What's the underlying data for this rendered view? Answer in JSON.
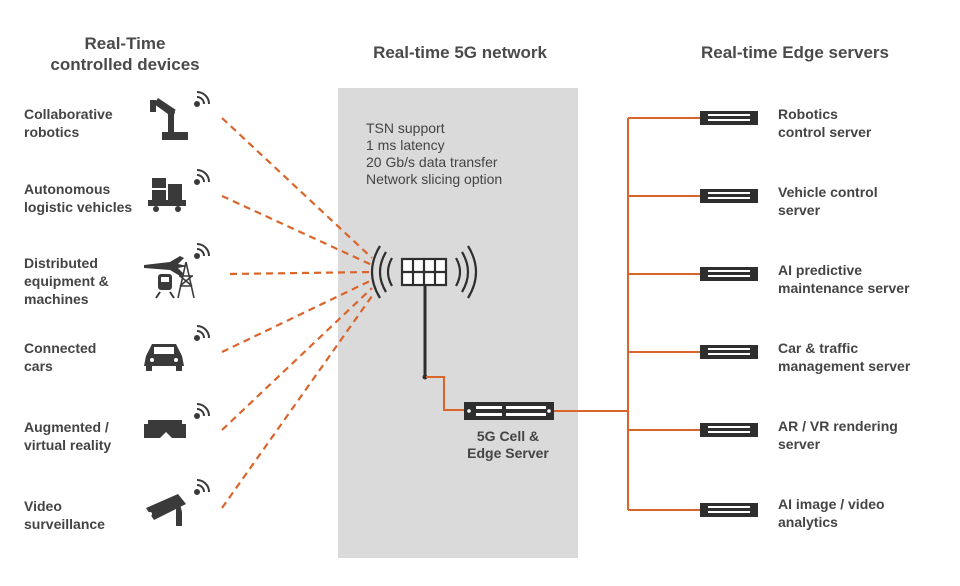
{
  "titles": {
    "devices": "Real-Time\ncontrolled devices",
    "network": "Real-time 5G network",
    "servers": "Real-time Edge servers"
  },
  "network": {
    "features": [
      "TSN support",
      "1 ms latency",
      "20 Gb/s data transfer",
      "Network slicing option"
    ],
    "edge_label": "5G Cell &\nEdge Server"
  },
  "devices": [
    {
      "label": "Collaborative\nrobotics",
      "icon": "robot-arm-icon"
    },
    {
      "label": "Autonomous\nlogistic vehicles",
      "icon": "logistics-vehicle-icon"
    },
    {
      "label": "Distributed\nequipment &\nmachines",
      "icon": "plane-train-tower-icon"
    },
    {
      "label": "Connected\ncars",
      "icon": "car-icon"
    },
    {
      "label": "Augmented /\nvirtual reality",
      "icon": "vr-headset-icon"
    },
    {
      "label": "Video\nsurveillance",
      "icon": "security-camera-icon"
    }
  ],
  "servers": [
    {
      "label": "Robotics\ncontrol server"
    },
    {
      "label": "Vehicle control\nserver"
    },
    {
      "label": "AI predictive\nmaintenance server"
    },
    {
      "label": "Car & traffic\nmanagement server"
    },
    {
      "label": "AR / VR rendering\nserver"
    },
    {
      "label": "AI image / video\nanalytics"
    }
  ],
  "colors": {
    "accent": "#d9652b",
    "panel": "#dadada",
    "icon": "#3a3a3a"
  }
}
